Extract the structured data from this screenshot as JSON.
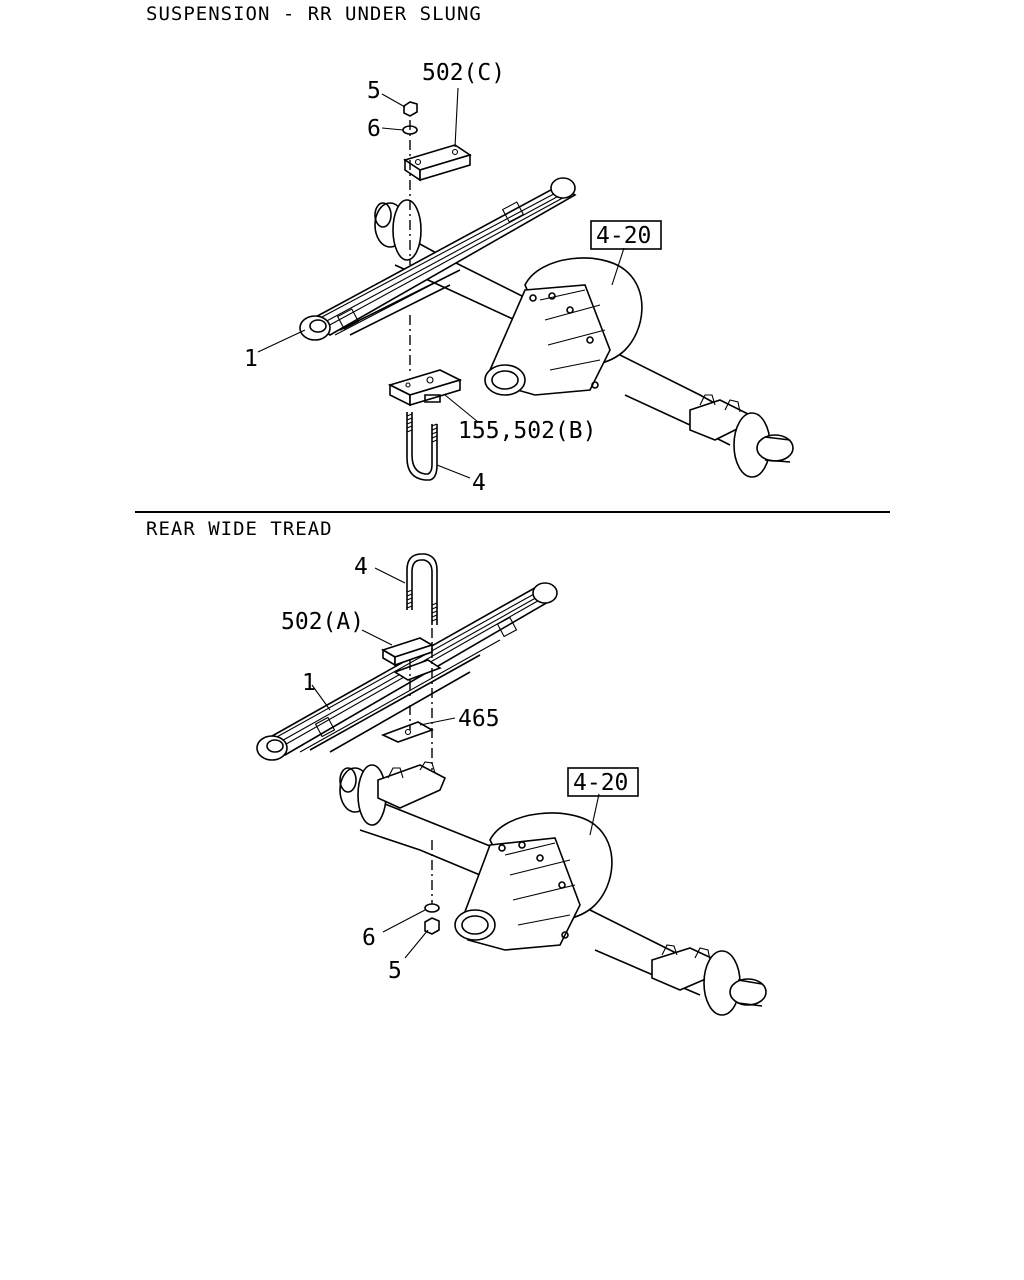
{
  "sections": {
    "top": {
      "title": "SUSPENSION - RR UNDER SLUNG",
      "callouts": {
        "nut": "5",
        "washer": "6",
        "bracket_c": "502(C)",
        "axle_ref": "4-20",
        "spring": "1",
        "bracket_b": "155,502(B)",
        "u_bolt": "4"
      }
    },
    "bottom": {
      "title": "REAR WIDE TREAD",
      "callouts": {
        "u_bolt": "4",
        "bracket_a": "502(A)",
        "spring": "1",
        "spacer": "465",
        "axle_ref": "4-20",
        "washer": "6",
        "nut": "5"
      }
    }
  }
}
